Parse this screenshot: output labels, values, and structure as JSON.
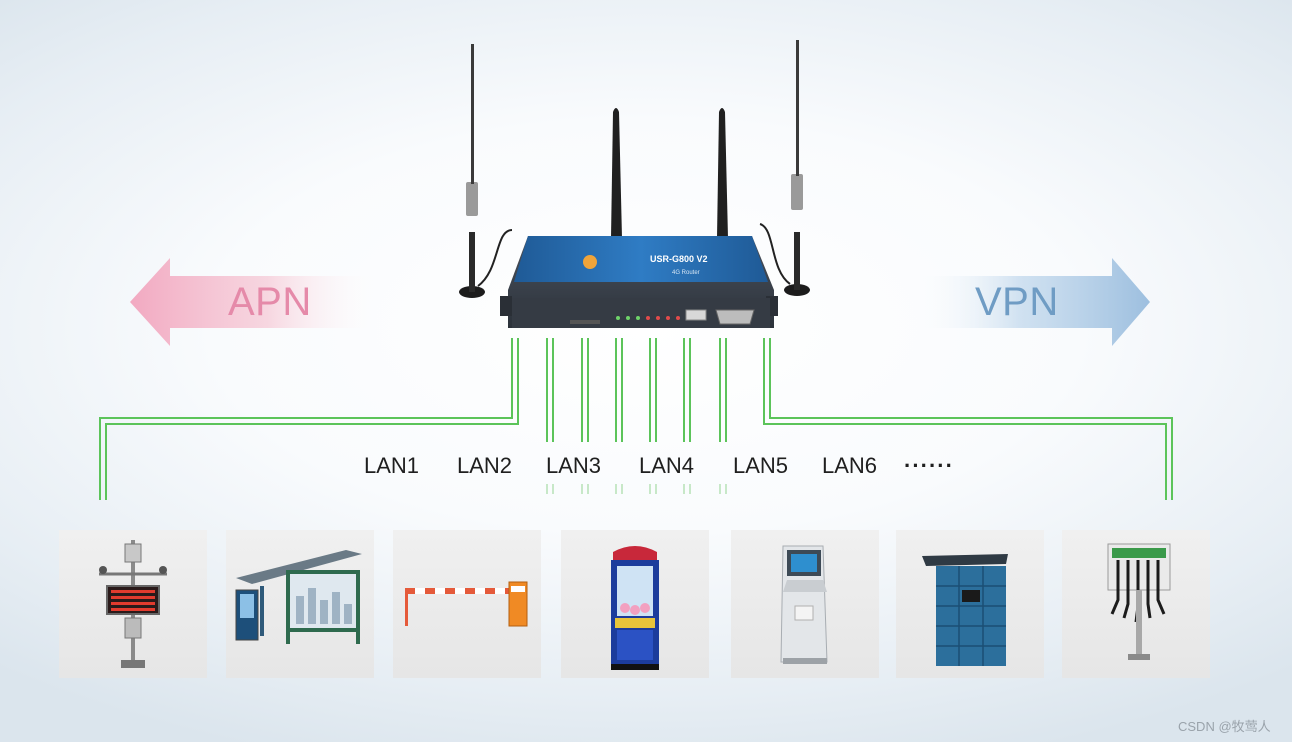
{
  "diagram": {
    "left_arrow_label": "APN",
    "right_arrow_label": "VPN",
    "colors": {
      "apn_arrow": "#f2b8cb",
      "vpn_arrow": "#a9c7e2",
      "cable": "#5cc45a",
      "router_body": "#3c4450",
      "router_panel": "#2b6fb3"
    },
    "router": {
      "model_text": "USR-G800 V2",
      "subtitle_text": "4G Router"
    },
    "lan_ports": [
      "LAN1",
      "LAN2",
      "LAN3",
      "LAN4",
      "LAN5",
      "LAN6"
    ],
    "more_indicator": "······",
    "devices": [
      {
        "icon": "weather-station-icon"
      },
      {
        "icon": "bus-stop-shelter-icon"
      },
      {
        "icon": "parking-barrier-icon"
      },
      {
        "icon": "claw-machine-icon"
      },
      {
        "icon": "atm-kiosk-icon"
      },
      {
        "icon": "parcel-locker-icon"
      },
      {
        "icon": "ev-charging-station-icon"
      }
    ]
  },
  "watermark": "CSDN @牧莺人"
}
